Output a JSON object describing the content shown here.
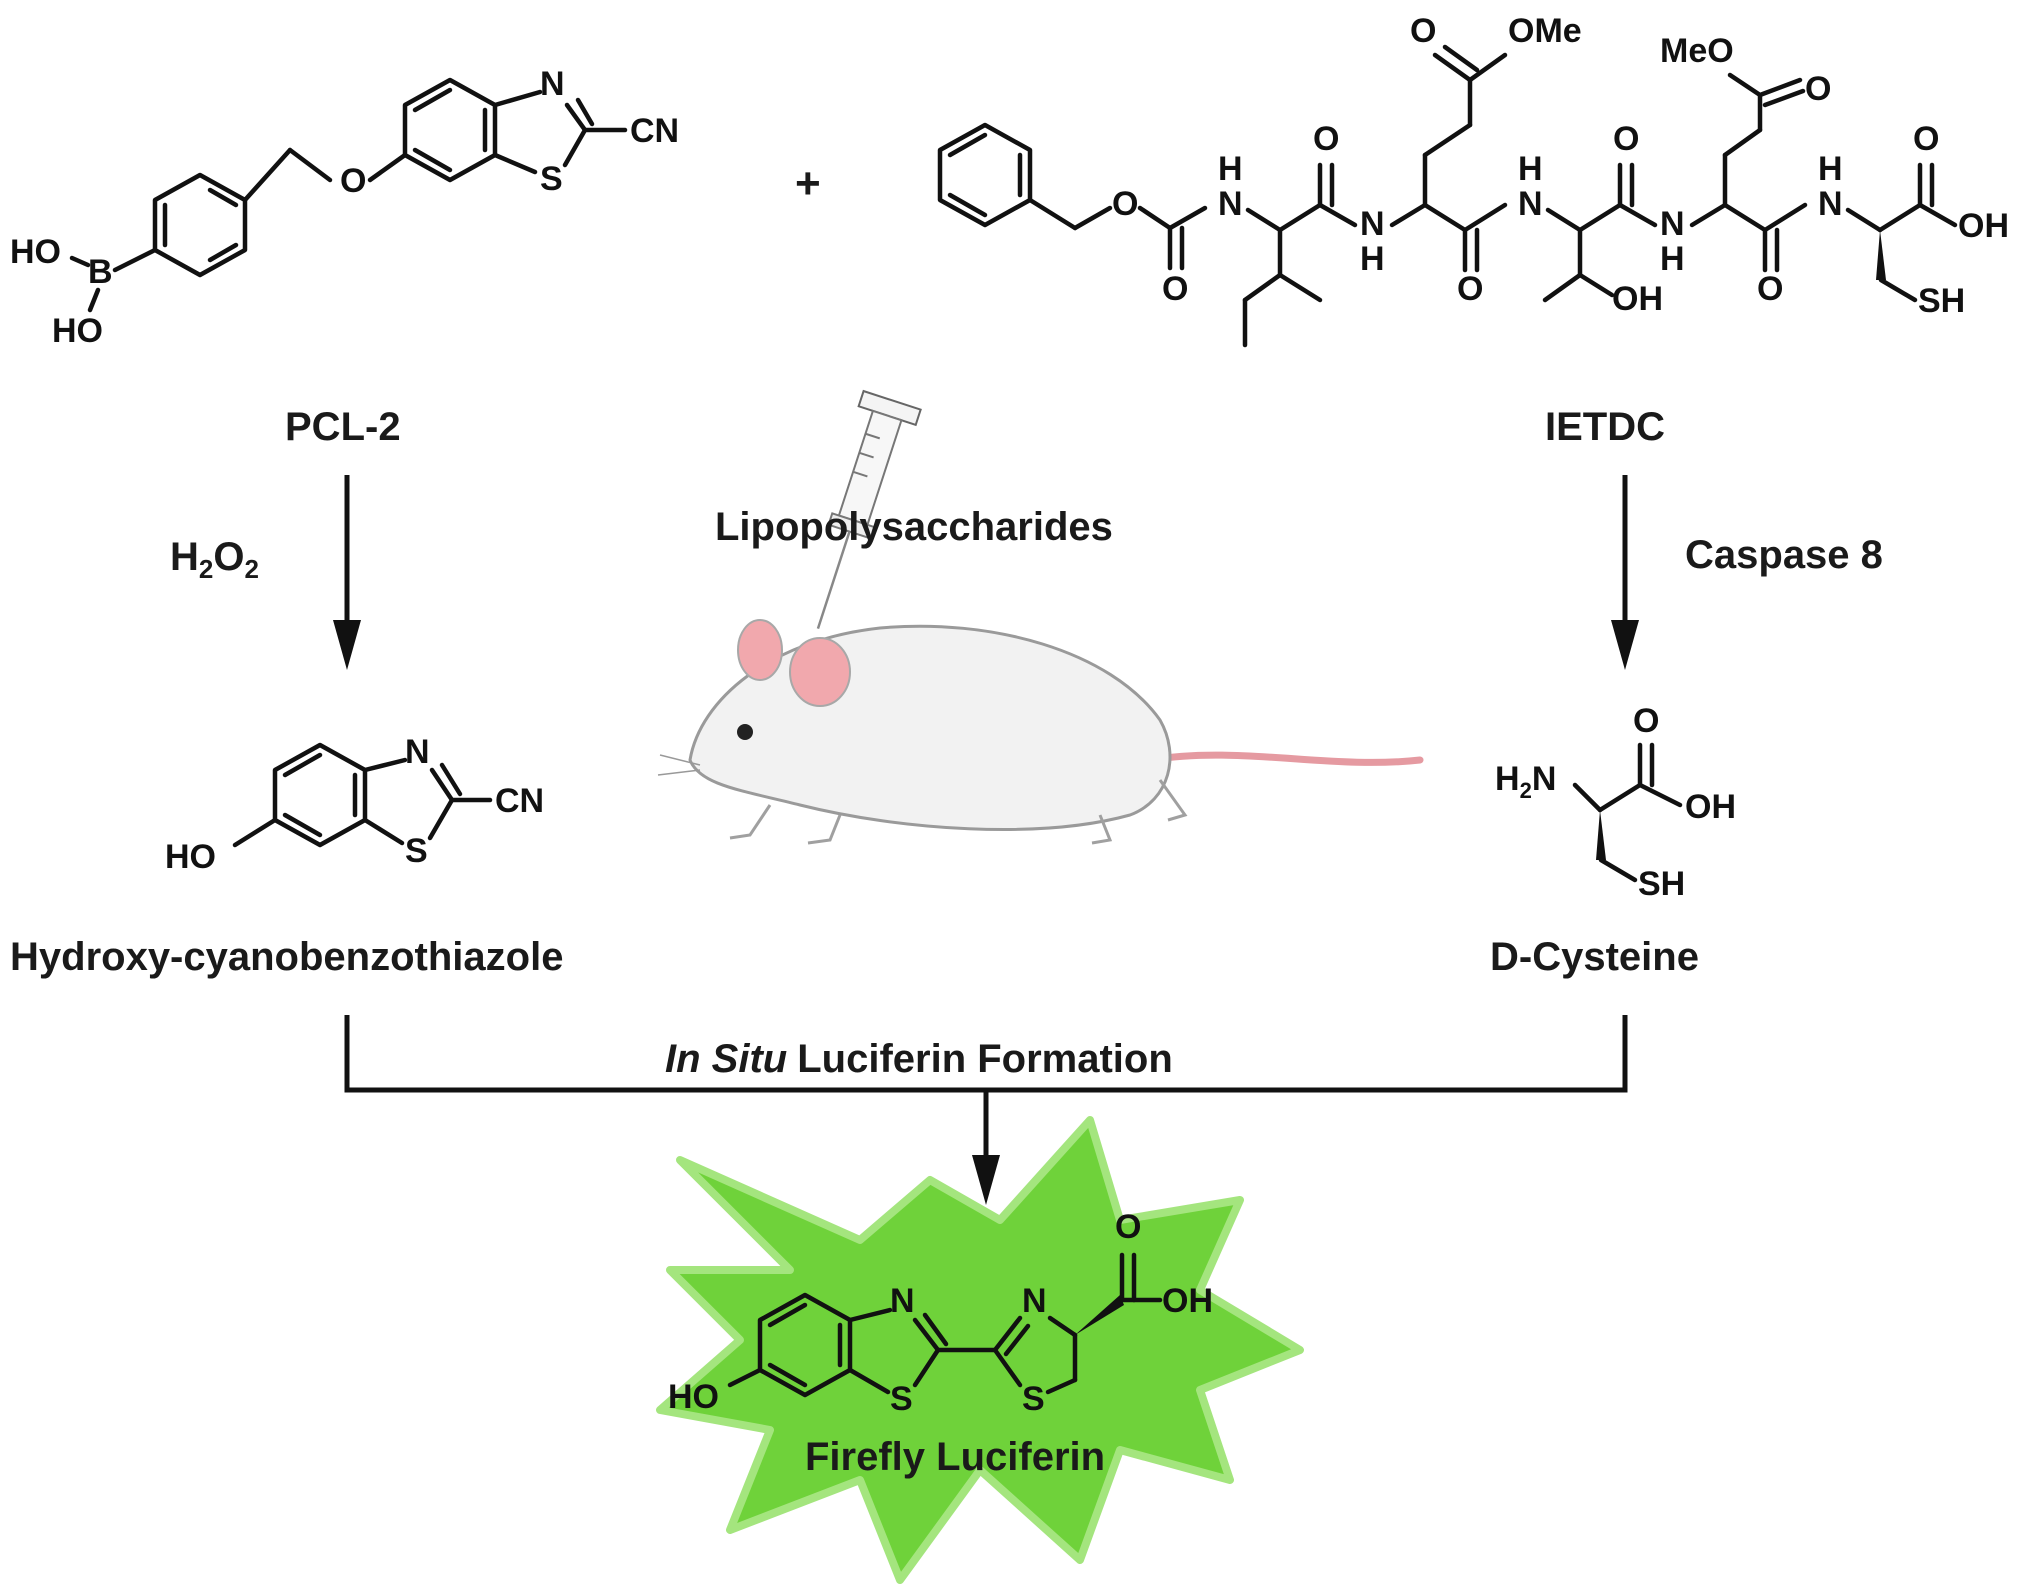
{
  "labels": {
    "pcl2": "PCL-2",
    "ietdc": "IETDC",
    "plus": "+",
    "h2o2_main": "H",
    "h2o2_sub1": "2",
    "h2o2_mid": "O",
    "h2o2_sub2": "2",
    "lps": "Lipopolysaccharides",
    "caspase": "Caspase 8",
    "hcbt": "Hydroxy-cyanobenzothiazole",
    "dcys": "D-Cysteine",
    "insitu_italic": "In Situ",
    "insitu_rest": "Luciferin Formation",
    "luciferin": "Firefly Luciferin"
  },
  "atoms": {
    "N": "N",
    "S": "S",
    "O": "O",
    "CN": "CN",
    "HO": "HO",
    "B": "B",
    "H": "H",
    "OH": "OH",
    "SH": "SH",
    "OMe": "OMe",
    "MeO": "MeO",
    "H2N_H": "H",
    "H2N_2": "2",
    "H2N_N": "N"
  },
  "colors": {
    "burst_fill": "#6fd23a",
    "burst_stroke": "#a4e57e",
    "mouse_body": "#f2f2f2",
    "mouse_ear": "#f1a8ad",
    "mouse_tail": "#e59aa1"
  }
}
